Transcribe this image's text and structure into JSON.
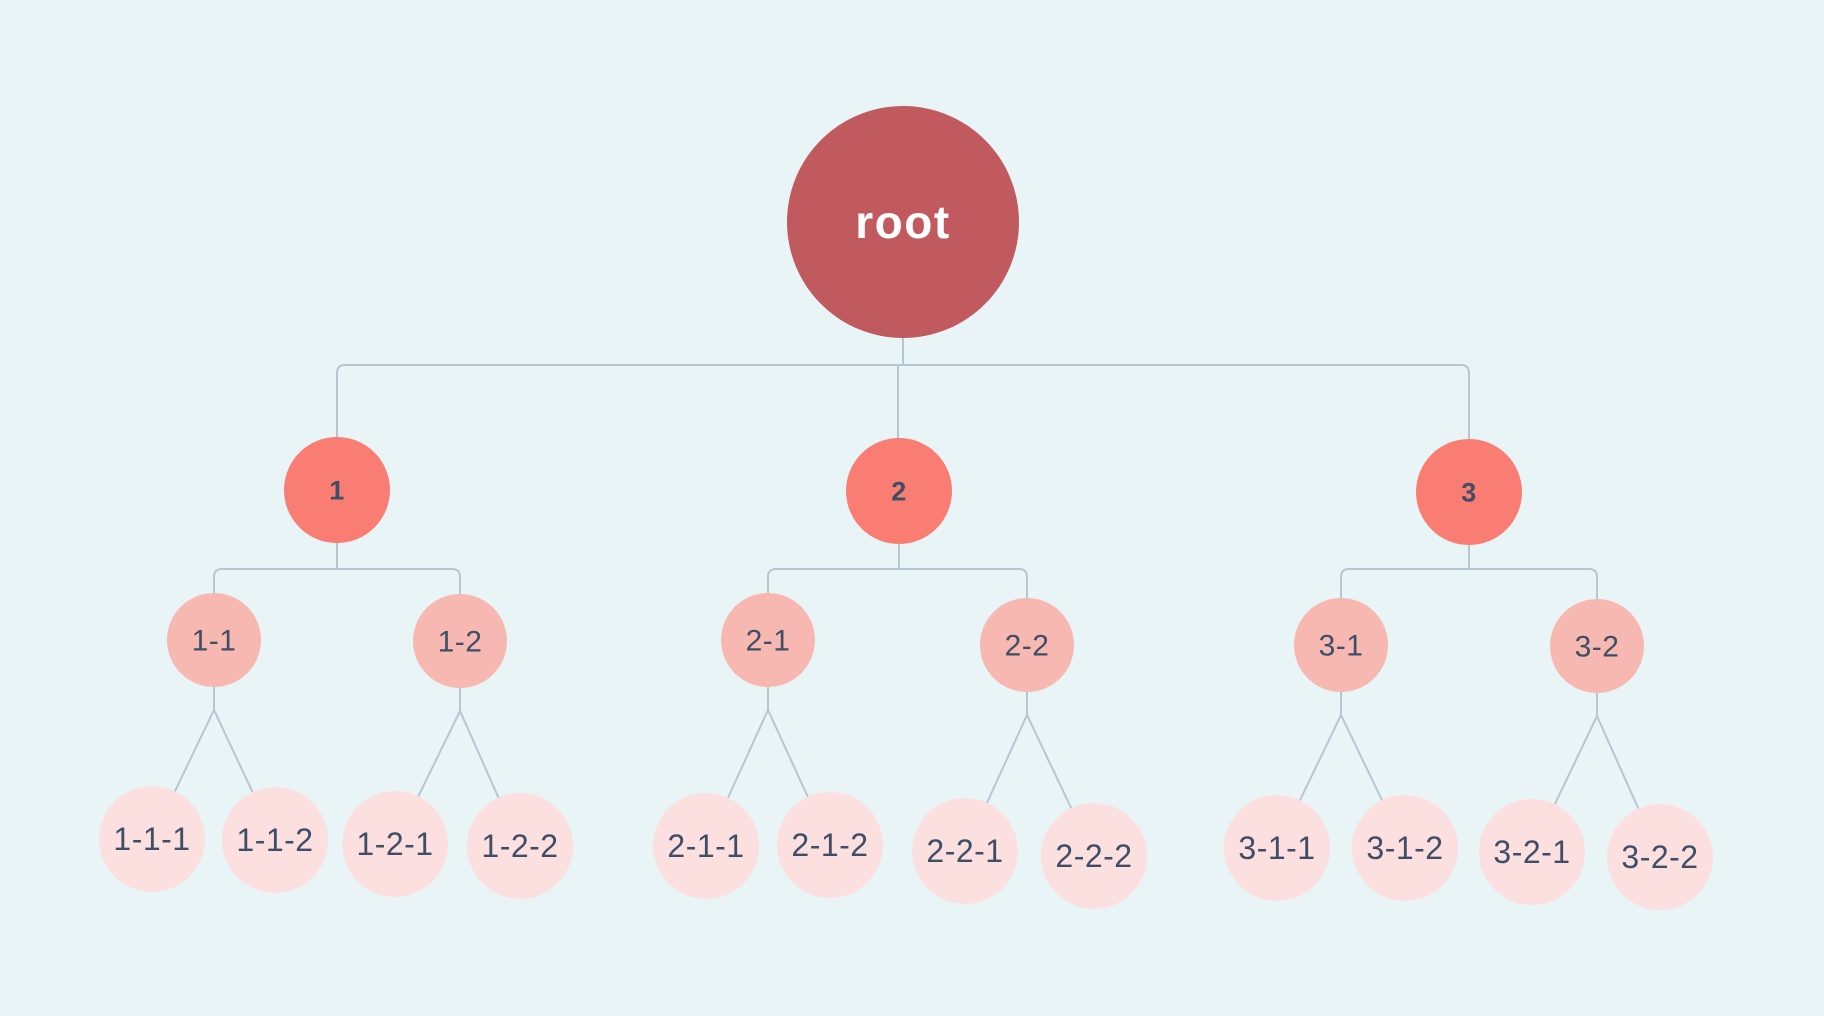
{
  "diagram": {
    "type": "tree",
    "orientation": "top-down",
    "tree": {
      "label": "root",
      "children": [
        {
          "label": "1",
          "children": [
            {
              "label": "1-1",
              "children": [
                {
                  "label": "1-1-1"
                },
                {
                  "label": "1-1-2"
                }
              ]
            },
            {
              "label": "1-2",
              "children": [
                {
                  "label": "1-2-1"
                },
                {
                  "label": "1-2-2"
                }
              ]
            }
          ]
        },
        {
          "label": "2",
          "children": [
            {
              "label": "2-1",
              "children": [
                {
                  "label": "2-1-1"
                },
                {
                  "label": "2-1-2"
                }
              ]
            },
            {
              "label": "2-2",
              "children": [
                {
                  "label": "2-2-1"
                },
                {
                  "label": "2-2-2"
                }
              ]
            }
          ]
        },
        {
          "label": "3",
          "children": [
            {
              "label": "3-1",
              "children": [
                {
                  "label": "3-1-1"
                },
                {
                  "label": "3-1-2"
                }
              ]
            },
            {
              "label": "3-2",
              "children": [
                {
                  "label": "3-2-1"
                },
                {
                  "label": "3-2-2"
                }
              ]
            }
          ]
        }
      ]
    },
    "palette": {
      "background": "#e9f4f7",
      "connector": "#b8c5d2",
      "root_fill": "#c05a5e",
      "level1_fill": "#f97d72",
      "level2_fill": "#f6b8b0",
      "leaf_fill": "#fce0e0",
      "root_text": "#ffffff",
      "node_text": "#3f4e66"
    }
  }
}
